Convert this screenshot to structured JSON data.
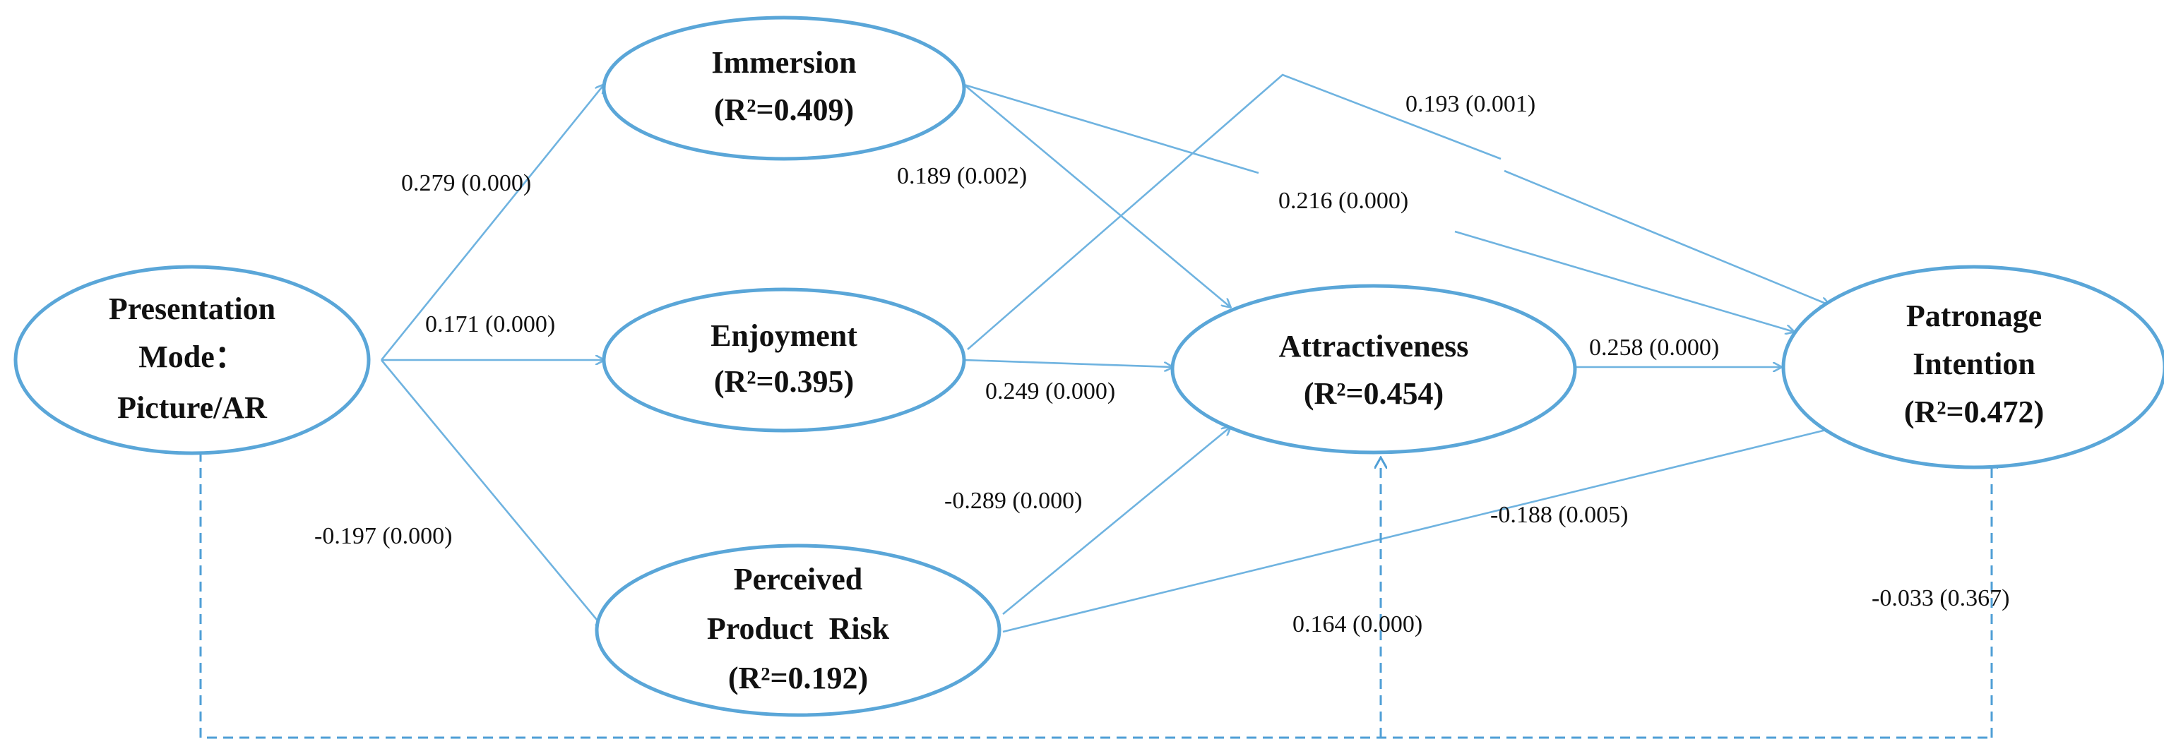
{
  "colors": {
    "node_stroke": "#5aa6d8",
    "edge": "#6fb3e0",
    "text": "#111111"
  },
  "nodes": {
    "presentation": {
      "lines": [
        "Presentation",
        "Mode：",
        "Picture/AR"
      ]
    },
    "immersion": {
      "lines": [
        "Immersion",
        "(R²=0.409)"
      ]
    },
    "enjoyment": {
      "lines": [
        "Enjoyment",
        "(R²=0.395)"
      ]
    },
    "risk": {
      "lines": [
        "Perceived",
        "Product  Risk",
        "(R²=0.192)"
      ]
    },
    "attractiveness": {
      "lines": [
        "Attractiveness",
        "(R²=0.454)"
      ]
    },
    "patronage": {
      "lines": [
        "Patronage",
        "Intention",
        "(R²=0.472)"
      ]
    }
  },
  "edges": {
    "pm_immersion": "0.279 (0.000)",
    "pm_enjoyment": "0.171 (0.000)",
    "pm_risk": "-0.197 (0.000)",
    "immersion_attr": "0.189 (0.002)",
    "immersion_patronage": "0.216 (0.000)",
    "enjoyment_patronage": "0.193 (0.001)",
    "enjoyment_attr": "0.249 (0.000)",
    "risk_attr": "-0.289 (0.000)",
    "risk_patronage": "-0.188 (0.005)",
    "attr_patronage": "0.258 (0.000)",
    "pm_attr_direct": "0.164 (0.000)",
    "pm_patronage_direct": "-0.033 (0.367)"
  }
}
